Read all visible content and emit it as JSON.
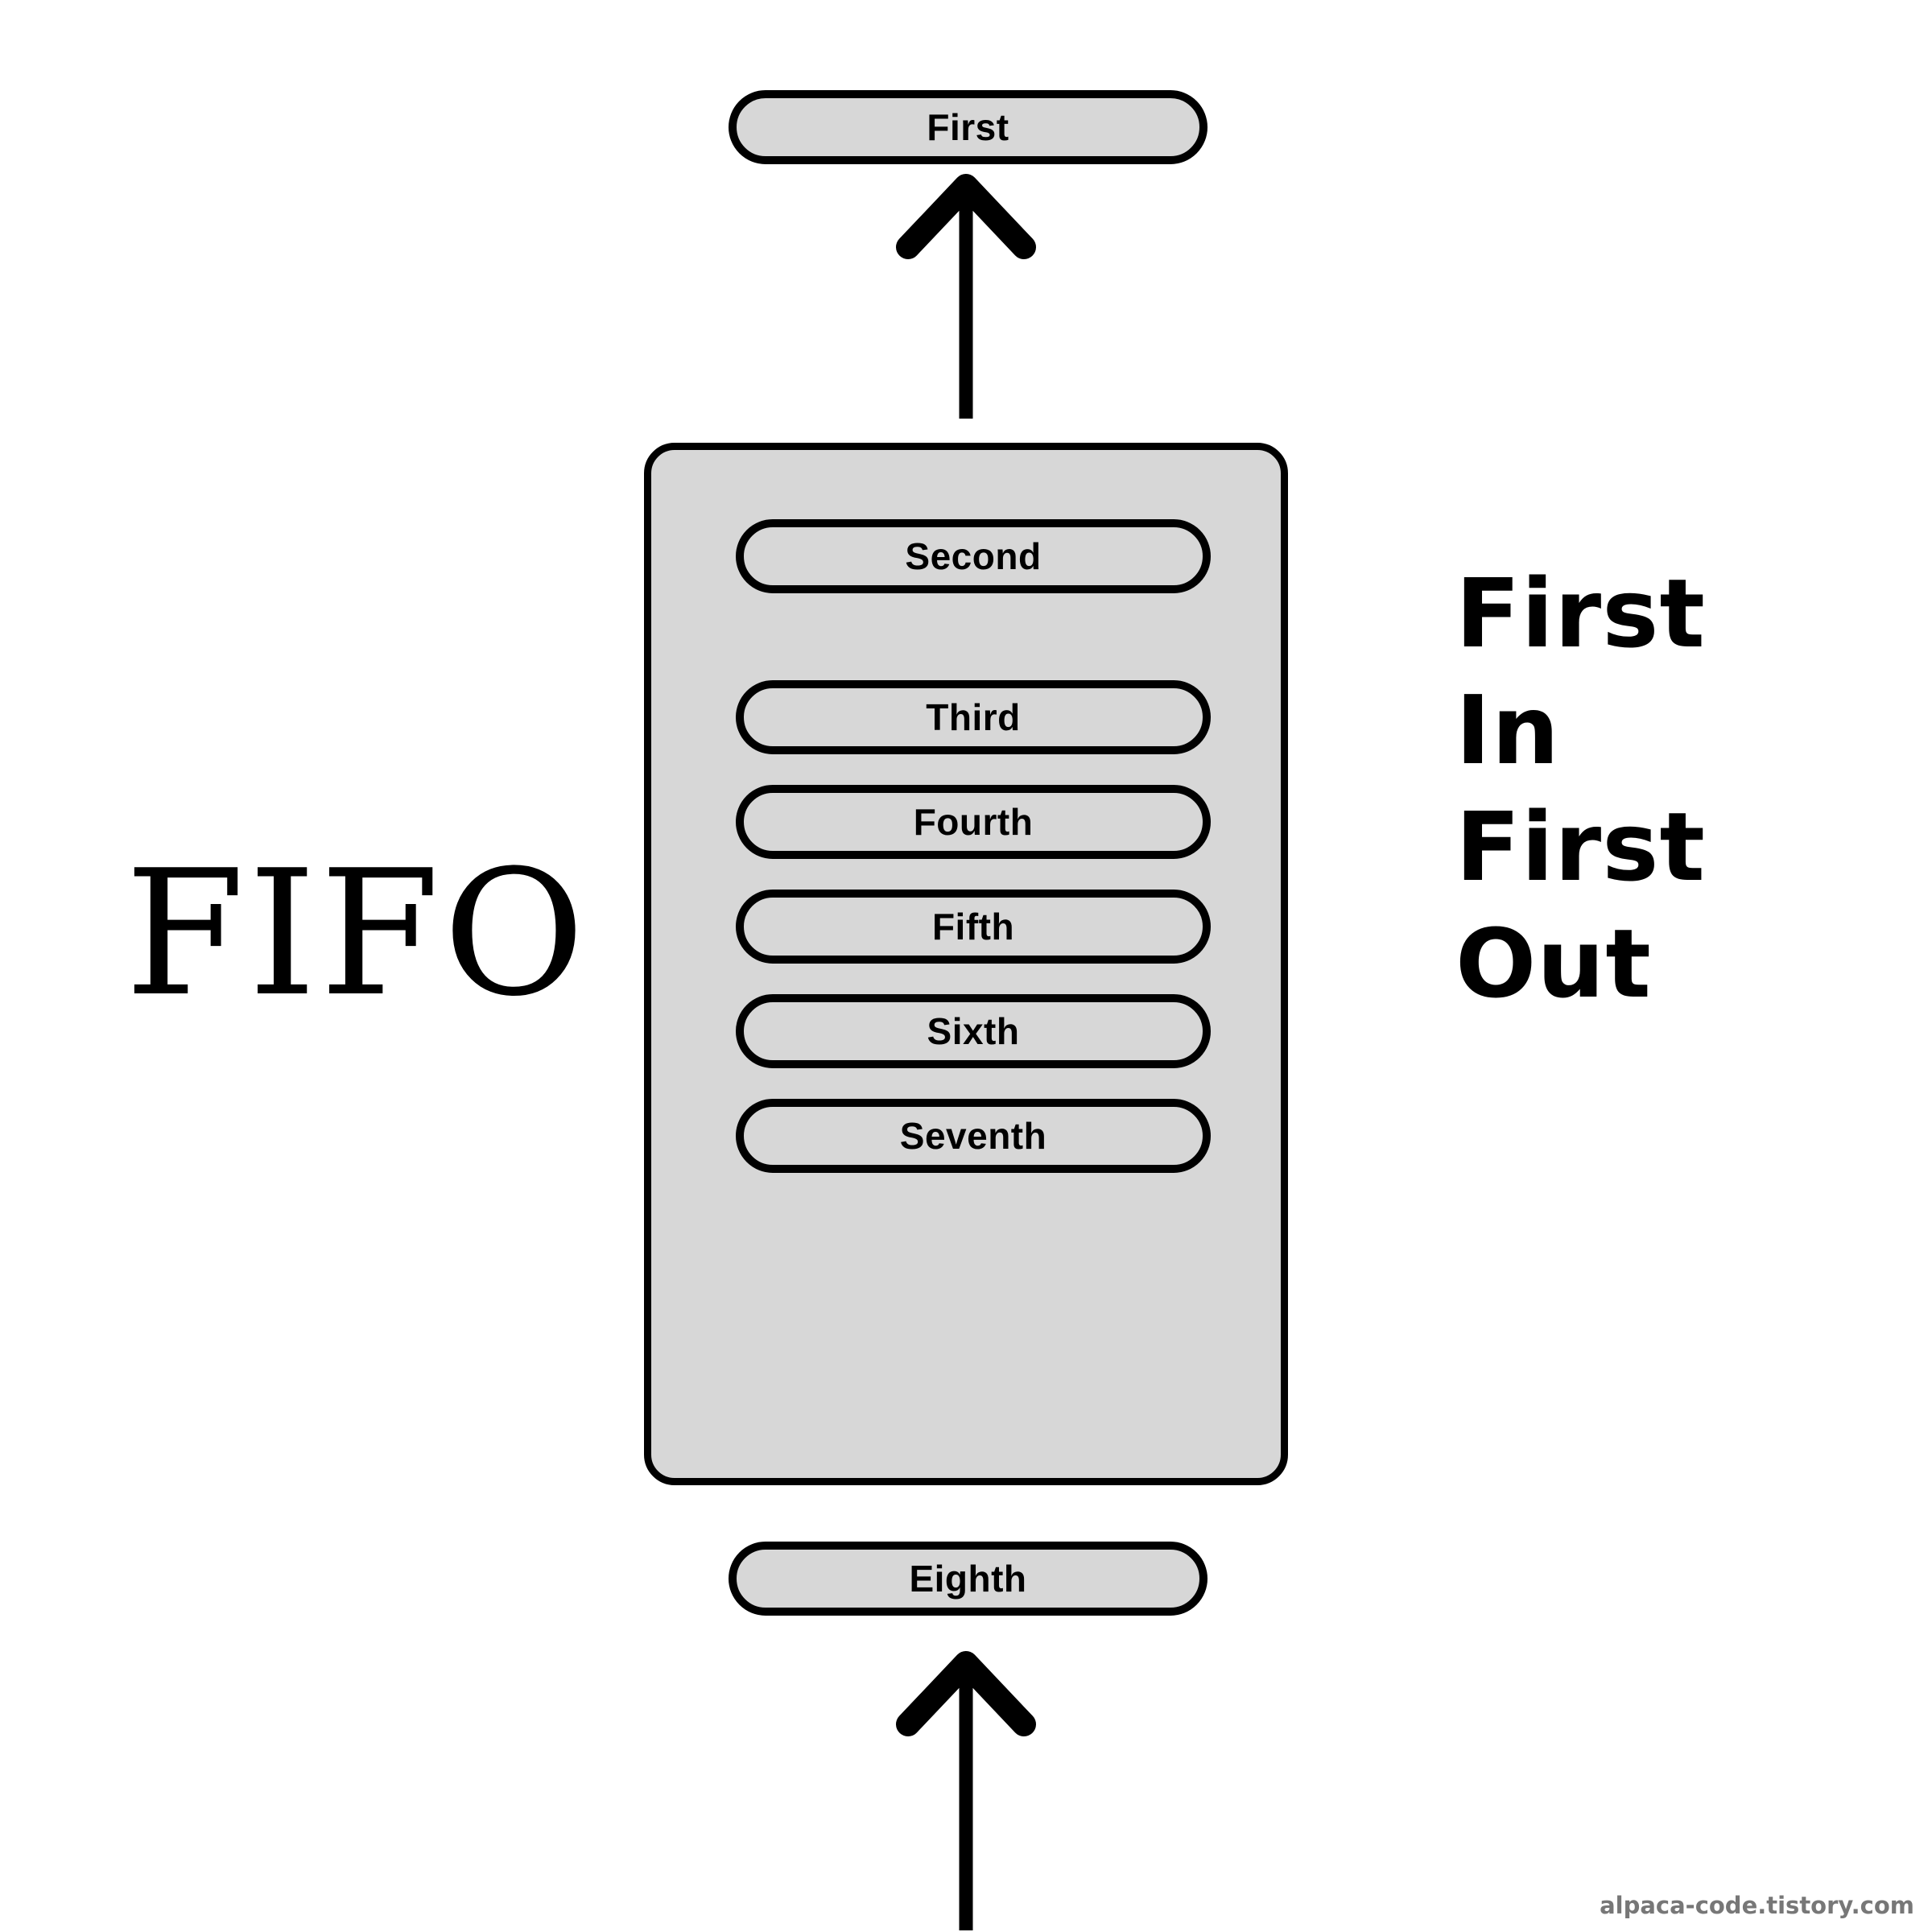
{
  "diagram": {
    "title_left": "FIFO",
    "expansion_lines": [
      "First",
      "In",
      "First",
      "Out"
    ],
    "dequeued_item": {
      "label": "First"
    },
    "enqueued_item": {
      "label": "Eighth"
    },
    "queue_items": [
      {
        "label": "Second"
      },
      {
        "label": "Third"
      },
      {
        "label": "Fourth"
      },
      {
        "label": "Fifth"
      },
      {
        "label": "Sixth"
      },
      {
        "label": "Seventh"
      }
    ],
    "arrows": {
      "dequeue": {
        "name": "arrow-up-out",
        "direction": "up"
      },
      "enqueue": {
        "name": "arrow-up-in",
        "direction": "up"
      }
    },
    "colors": {
      "fill": "#d7d7d7",
      "stroke": "#000000",
      "background": "#ffffff",
      "watermark": "#777777"
    }
  },
  "watermark": {
    "text": "alpaca-code.tistory.com"
  }
}
